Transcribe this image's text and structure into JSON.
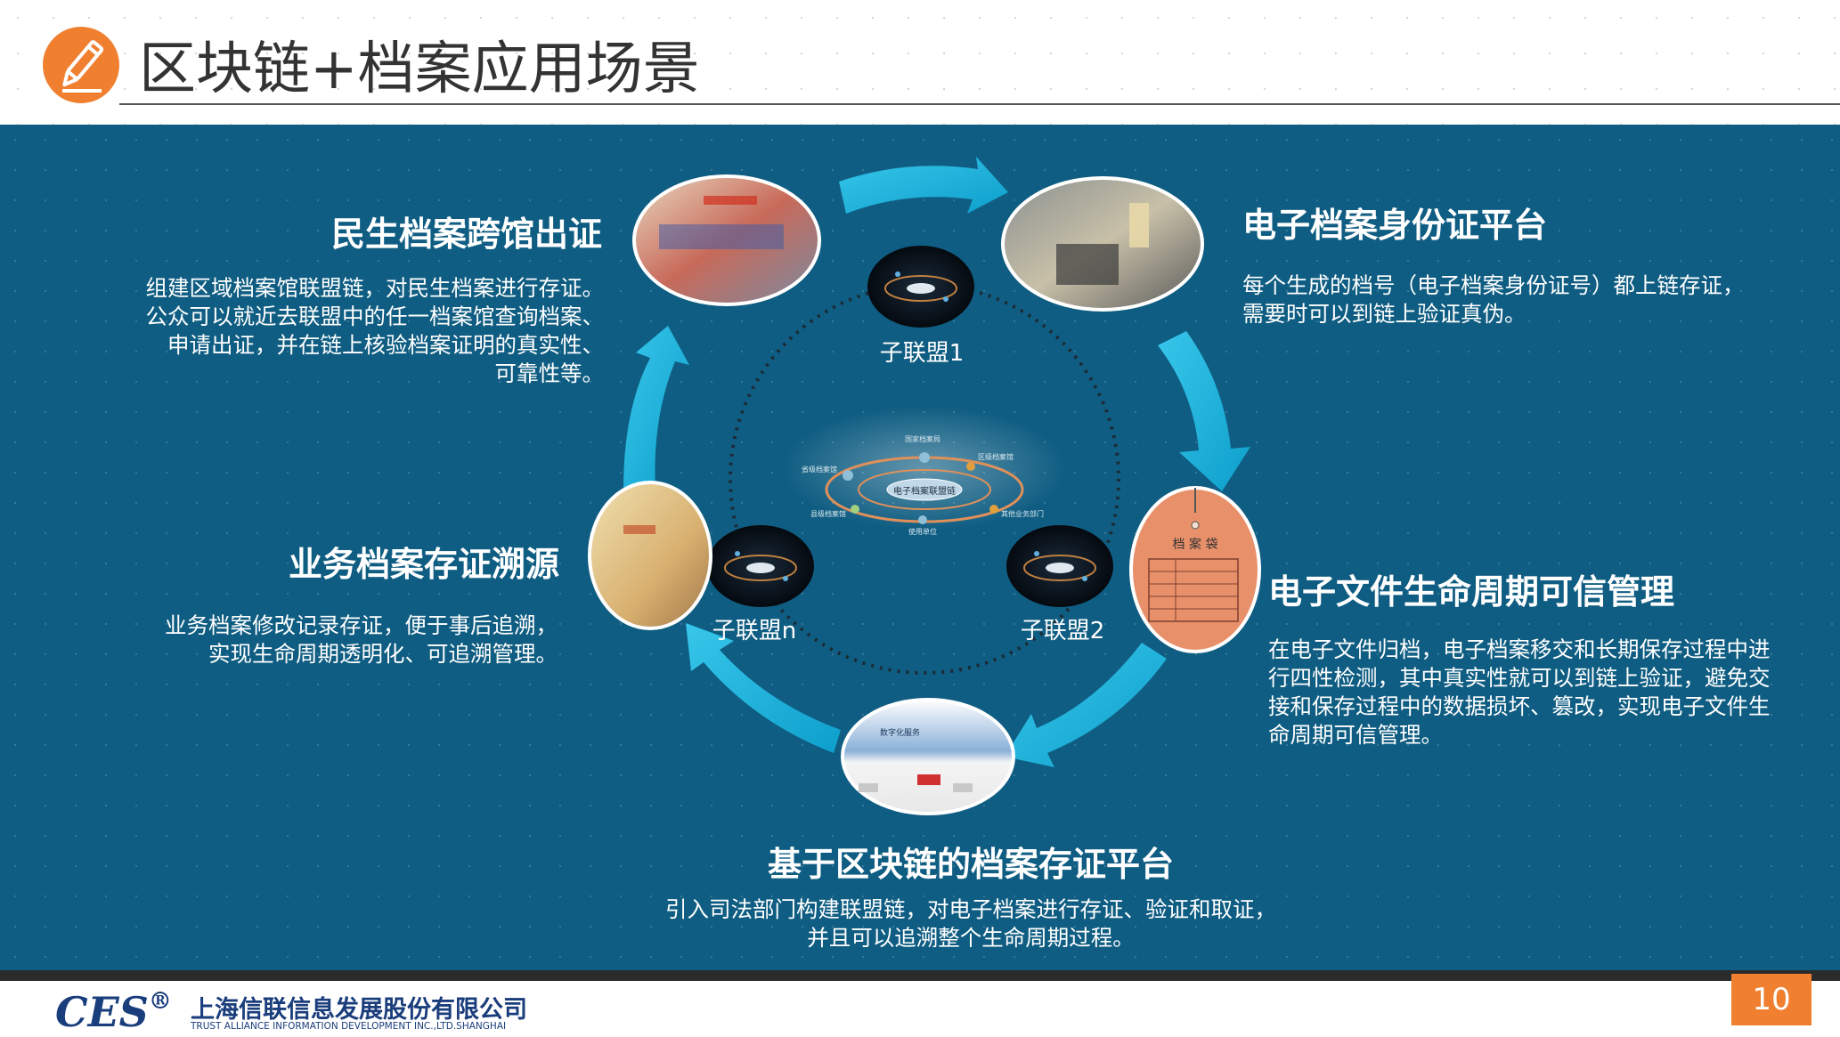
{
  "header": {
    "title": "区块链+档案应用场景",
    "logo_icon": "pencil-icon",
    "accent_color": "#f08030"
  },
  "sections": {
    "minsheng": {
      "title": "民生档案跨馆出证",
      "lines": [
        "组建区域档案馆联盟链，对民生档案进行存证。",
        "公众可以就近去联盟中的任一档案馆查询档案、",
        "申请出证，并在链上核验档案证明的真实性、",
        "可靠性等。"
      ]
    },
    "idcard": {
      "title": "电子档案身份证平台",
      "lines": [
        "每个生成的档号（电子档案身份证号）都上链存证，",
        "需要时可以到链上验证真伪。"
      ]
    },
    "yewu": {
      "title": "业务档案存证溯源",
      "lines": [
        "业务档案修改记录存证，便于事后追溯，",
        "实现生命周期透明化、可追溯管理。"
      ]
    },
    "lifecycle": {
      "title": "电子文件生命周期可信管理",
      "lines": [
        "在电子文件归档，电子档案移交和长期保存过程中进",
        "行四性检测，其中真实性就可以到链上验证，避免交",
        "接和保存过程中的数据损坏、篡改，实现电子文件生",
        "命周期可信管理。"
      ]
    },
    "platform": {
      "title": "基于区块链的档案存证平台",
      "lines": [
        "引入司法部门构建联盟链，对电子档案进行存证、验证和取证，",
        "并且可以追溯整个生命周期过程。"
      ]
    }
  },
  "diagram": {
    "sub_alliances": [
      "子联盟1",
      "子联盟n",
      "子联盟2"
    ],
    "center_label": "电子档案联盟链",
    "orbit_labels": [
      "国家档案局",
      "区级档案馆",
      "省级档案馆",
      "县级档案馆",
      "其他业务部门",
      "使用单位"
    ],
    "archive_bag_text": "档 案 袋",
    "web_text": "数字化服务"
  },
  "footer": {
    "logo": "CES",
    "registered": "®",
    "company_name": "上海信联信息发展股份有限公司",
    "company_en": "TRUST ALLIANCE INFORMATION DEVELOPMENT INC.,LTD.SHANGHAI",
    "page_number": "10"
  }
}
